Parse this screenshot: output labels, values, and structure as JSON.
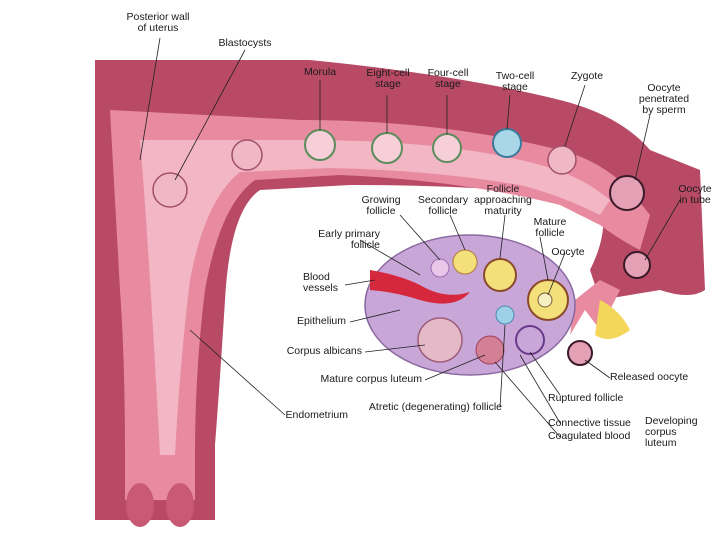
{
  "labels": {
    "posterior_wall": "Posterior wall\nof uterus",
    "blastocysts": "Blastocysts",
    "morula": "Morula",
    "eight_cell": "Eight-cell\nstage",
    "four_cell": "Four-cell\nstage",
    "two_cell": "Two-cell\nstage",
    "zygote": "Zygote",
    "oocyte_penetrated": "Oocyte\npenetrated\nby sperm",
    "oocyte_in_tube": "Oocyte\nin tube",
    "growing_follicle": "Growing\nfollicle",
    "secondary_follicle": "Secondary\nfollicle",
    "follicle_approaching": "Follicle\napproaching\nmaturity",
    "mature_follicle": "Mature\nfollicle",
    "oocyte": "Oocyte",
    "early_primary": "Early primary\nfollicle",
    "blood_vessels": "Blood\nvessels",
    "epithelium": "Epithelium",
    "corpus_albicans": "Corpus albicans",
    "mature_corpus_luteum": "Mature corpus luteum",
    "atretic_follicle": "Atretic (degenerating) follicle",
    "ruptured_follicle": "Ruptured follicle",
    "released_oocyte": "Released oocyte",
    "connective_tissue": "Connective tissue",
    "coagulated_blood": "Coagulated blood",
    "developing_corpus_luteum": "Developing\ncorpus\nluteum",
    "endometrium": "Endometrium"
  },
  "colors": {
    "uterus_wall": "#b84a66",
    "endometrium": "#e98ba0",
    "cavity": "#f2b6c4",
    "ovary": "#c9a6d8",
    "follicle_fluid": "#f3e07a",
    "blood": "#d6283c"
  }
}
